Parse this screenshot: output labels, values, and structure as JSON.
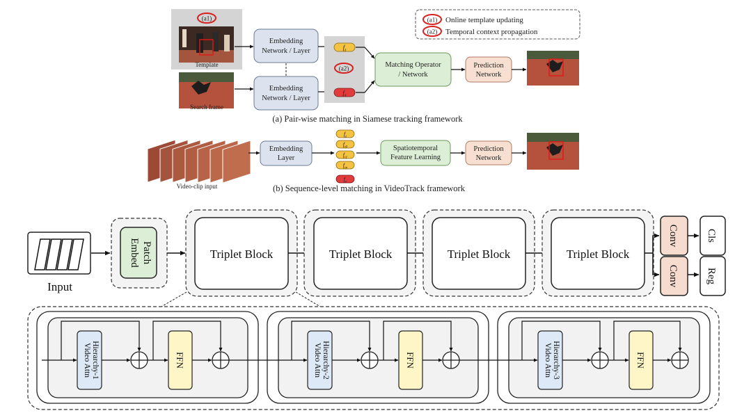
{
  "part_a": {
    "template_label": "Template",
    "search_label": "Search frame",
    "a1_badge": "(a1)",
    "a2_badge": "(a2)",
    "embed_top": [
      "Embedding",
      "Network / Layer"
    ],
    "embed_bottom": [
      "Embedding",
      "Network / Layer"
    ],
    "feat_z": "f",
    "feat_z_sub": "z",
    "feat_x": "f",
    "feat_x_sub": "x",
    "matching": [
      "Matching Operator",
      "/ Network"
    ],
    "prediction": [
      "Prediction",
      "Network"
    ],
    "legend_a1_badge": "(a1)",
    "legend_a1_text": "Online template updating",
    "legend_a2_badge": "(a2)",
    "legend_a2_text": "Temporal context propagation",
    "caption": "(a) Pair-wise matching in Siamese tracking framework"
  },
  "part_b": {
    "clip_label": "Video-clip input",
    "embed": [
      "Embedding",
      "Layer"
    ],
    "features": [
      {
        "base": "f",
        "sub": "z",
        "color": "yellow"
      },
      {
        "base": "f",
        "sub": "t0",
        "color": "yellow"
      },
      {
        "base": "f",
        "sub": "t1",
        "color": "yellow"
      },
      {
        "base": "f",
        "sub": "tn",
        "color": "yellow"
      },
      {
        "base": "f",
        "sub": "x",
        "color": "red"
      }
    ],
    "stfl": [
      "Spatiotemporal",
      "Feature Learning"
    ],
    "prediction": [
      "Prediction",
      "Network"
    ],
    "caption": "(b) Sequence-level matching in VideoTrack framework"
  },
  "part_c": {
    "input_label": "Input",
    "patch_embed": [
      "Patch",
      "Embed"
    ],
    "triplet_blocks": [
      "Triplet Block",
      "Triplet Block",
      "Triplet Block",
      "Triplet Block"
    ],
    "conv_labels": [
      "Conv",
      "Conv"
    ],
    "heads": [
      "Cls",
      "Reg"
    ],
    "sub_blocks": [
      {
        "attn": [
          "Hierarchy-1",
          "Video Attn"
        ],
        "ffn": "FFN"
      },
      {
        "attn": [
          "Hierarchy-2",
          "Video Attn"
        ],
        "ffn": "FFN"
      },
      {
        "attn": [
          "Hierarchy-3",
          "Video Attn"
        ],
        "ffn": "FFN"
      }
    ]
  },
  "colors": {
    "embedding": "#dde3ee",
    "matching": "#dcefd6",
    "prediction": "#f7e0d2",
    "feature_template": "#f5c342",
    "feature_search": "#e23b3b",
    "attention": "#dde9f6",
    "ffn": "#fff6c8",
    "conv": "#f6dccf",
    "patch_embed": "#dcefd6",
    "badge_red": "#d82020"
  }
}
